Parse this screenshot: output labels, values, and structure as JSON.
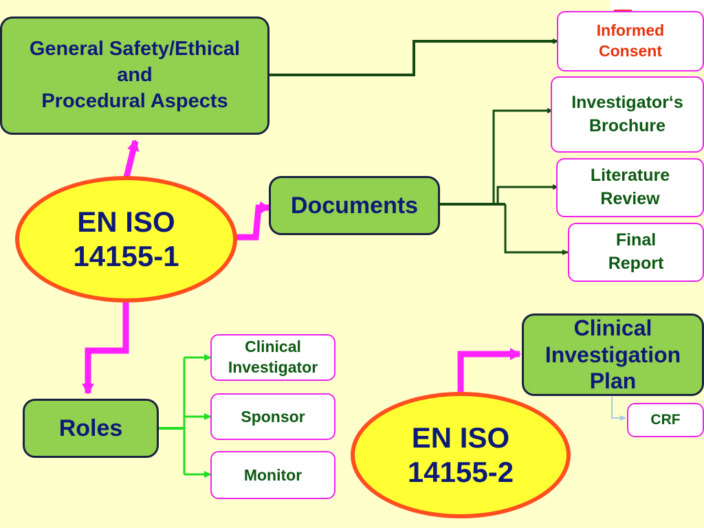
{
  "nodes": {
    "general_safety": "General Safety/Ethical\nand\nProcedural Aspects",
    "en_iso_1": "EN ISO\n14155-1",
    "documents": "Documents",
    "roles": "Roles",
    "en_iso_2": "EN ISO\n14155-2",
    "clinical_investigation_plan": "Clinical\nInvestigation\nPlan",
    "informed_consent": "Informed\nConsent",
    "investigators_brochure": "Investigator‘s\nBrochure",
    "literature_review": "Literature\nReview",
    "final_report": "Final\nReport",
    "clinical_investigator": "Clinical\nInvestigator",
    "sponsor": "Sponsor",
    "monitor": "Monitor",
    "crf": "CRF"
  },
  "colors": {
    "background": "#ffffcc",
    "green_box": "#92d050",
    "ellipse_fill": "#ffff33",
    "ellipse_border": "#ff4f1f",
    "pink_border": "#ee22ee",
    "magenta_arrow": "#ff22ff",
    "dark_green_line": "#124a12",
    "bright_green_line": "#22dd22",
    "light_blue_line": "#a9c8e8",
    "navy_text": "#0e1a78",
    "green_text": "#0e5a14",
    "red_text": "#e8330d"
  }
}
